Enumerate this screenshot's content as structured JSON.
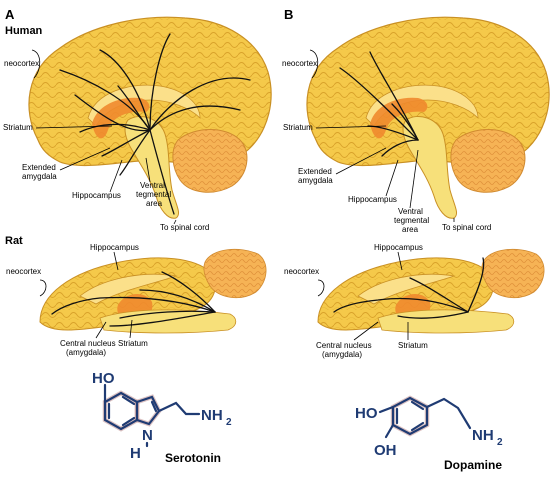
{
  "panels": {
    "a": "A",
    "b": "B"
  },
  "species": {
    "human": "Human",
    "rat": "Rat"
  },
  "human_labels": {
    "neocortex": "neocortex",
    "striatum": "Striatum",
    "extended_amygdala_1": "Extended",
    "extended_amygdala_2": "amygdala",
    "hippocampus": "Hippocampus",
    "vta_1": "Ventral",
    "vta_2": "tegmental",
    "vta_3": "area",
    "spinal": "To spinal cord"
  },
  "rat_labels": {
    "neocortex": "neocortex",
    "hippocampus": "Hippocampus",
    "central_1": "Central nucleus",
    "central_2": "(amygdala)",
    "striatum": "Striatum"
  },
  "molecules": {
    "serotonin": {
      "name": "Serotonin",
      "oh": "HO",
      "n": "N",
      "nh_h": "H",
      "amine": "NH",
      "amine_sub": "2"
    },
    "dopamine": {
      "name": "Dopamine",
      "oh1": "HO",
      "oh2": "OH",
      "amine": "NH",
      "amine_sub": "2"
    }
  },
  "colors": {
    "cortex": "#f5c94a",
    "cortex_light": "#fbe08a",
    "brainstem": "#f7e07a",
    "cerebellum": "#f6b355",
    "limbic": "#f08a2e",
    "bond": "#1f3b73"
  }
}
